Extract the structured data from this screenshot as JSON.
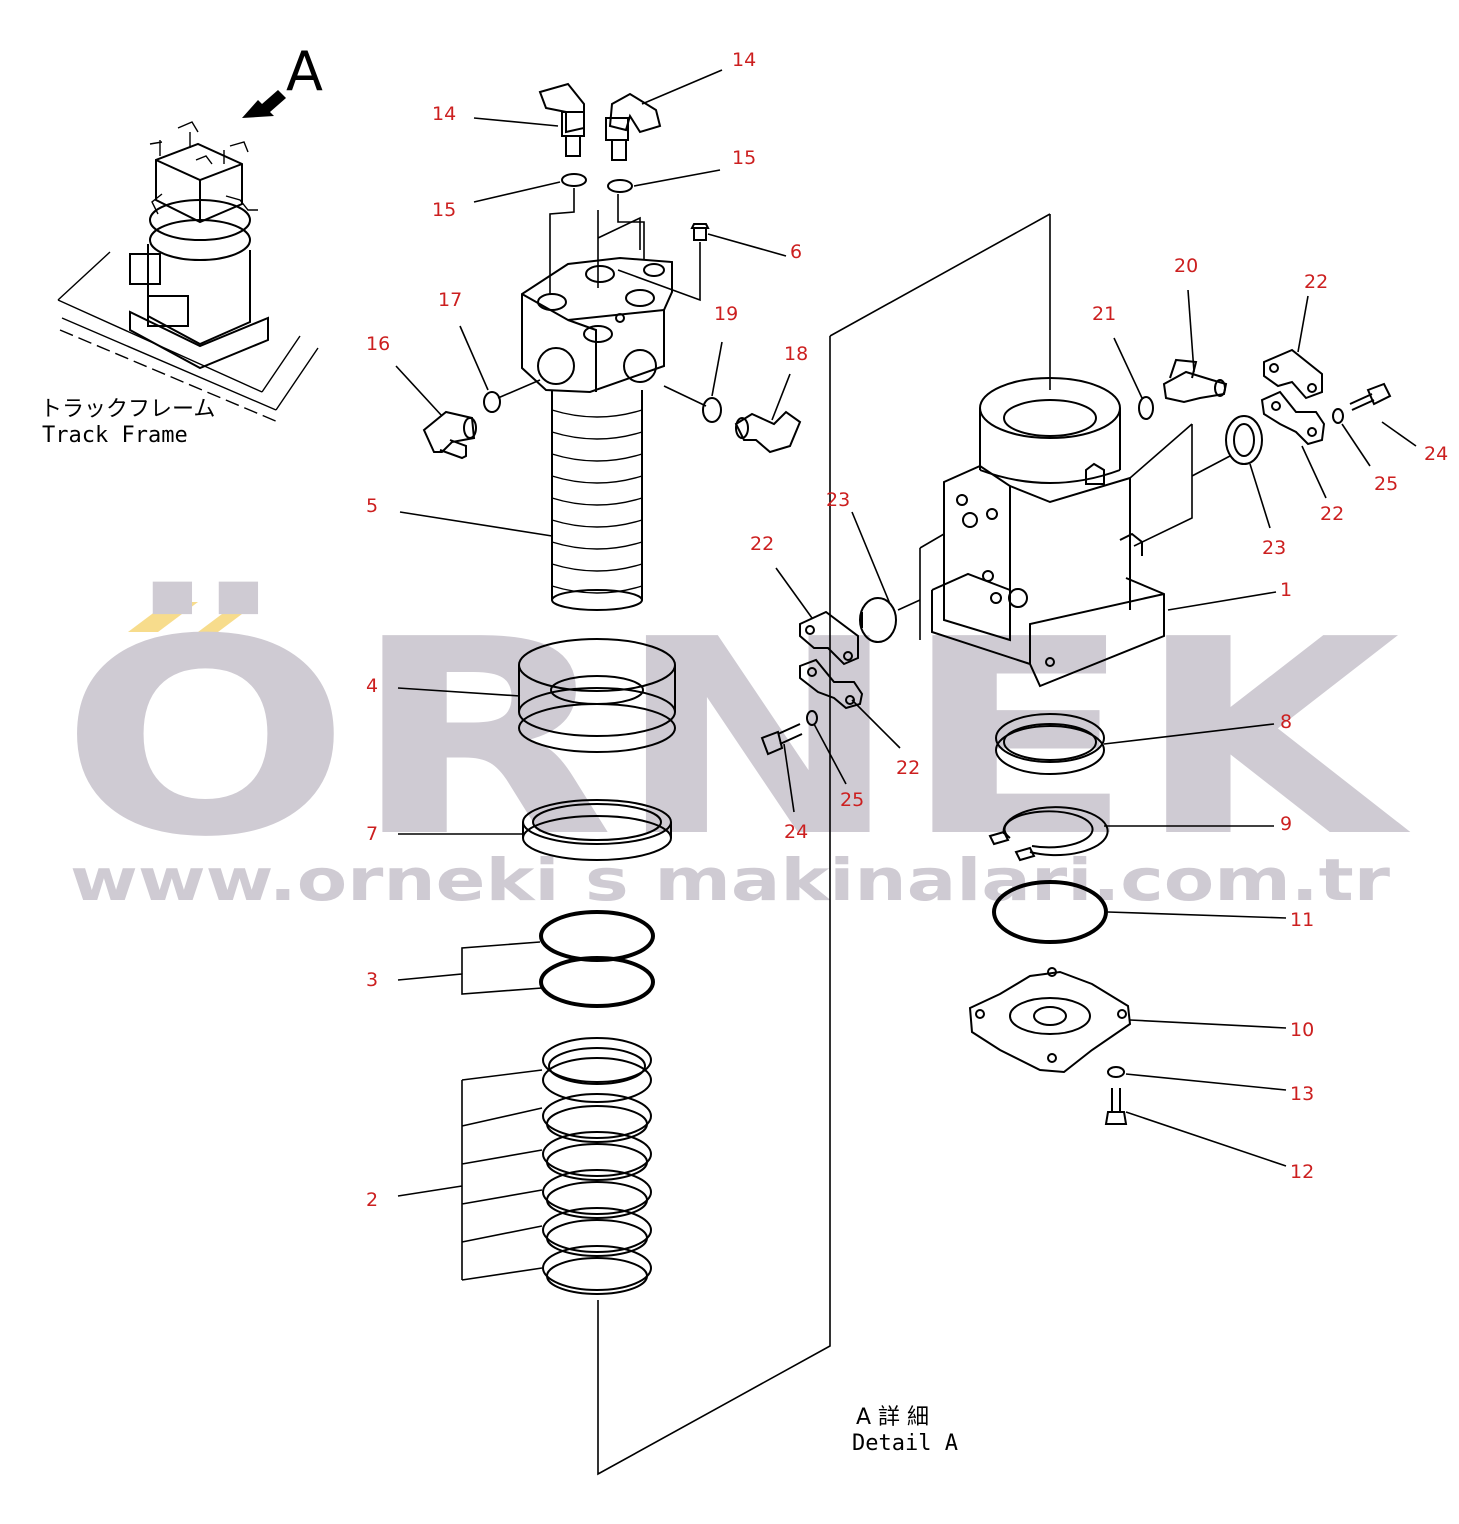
{
  "detail_marker": "A",
  "inset_caption_jp": "トラックフレーム",
  "inset_caption_en": "Track Frame",
  "detail_caption_jp": "A 詳 細",
  "detail_caption_en": "Detail A",
  "watermark": {
    "brand": "ÖRNEK",
    "url": "www.orneki s makinalari.com.tr",
    "brand_color": "#cfcbd3",
    "accent_color": "#f7dc8c"
  },
  "label_color": "#cc1f1f",
  "part_labels": {
    "p1": "1",
    "p2": "2",
    "p3": "3",
    "p4": "4",
    "p5": "5",
    "p6": "6",
    "p7": "7",
    "p8": "8",
    "p9": "9",
    "p10": "10",
    "p11": "11",
    "p12": "12",
    "p13": "13",
    "p14a": "14",
    "p14b": "14",
    "p15a": "15",
    "p15b": "15",
    "p16": "16",
    "p17": "17",
    "p18": "18",
    "p19": "19",
    "p20": "20",
    "p21": "21",
    "p22a": "22",
    "p22b": "22",
    "p22c": "22",
    "p22d": "22",
    "p23a": "23",
    "p23b": "23",
    "p24a": "24",
    "p24b": "24",
    "p25a": "25",
    "p25b": "25"
  }
}
